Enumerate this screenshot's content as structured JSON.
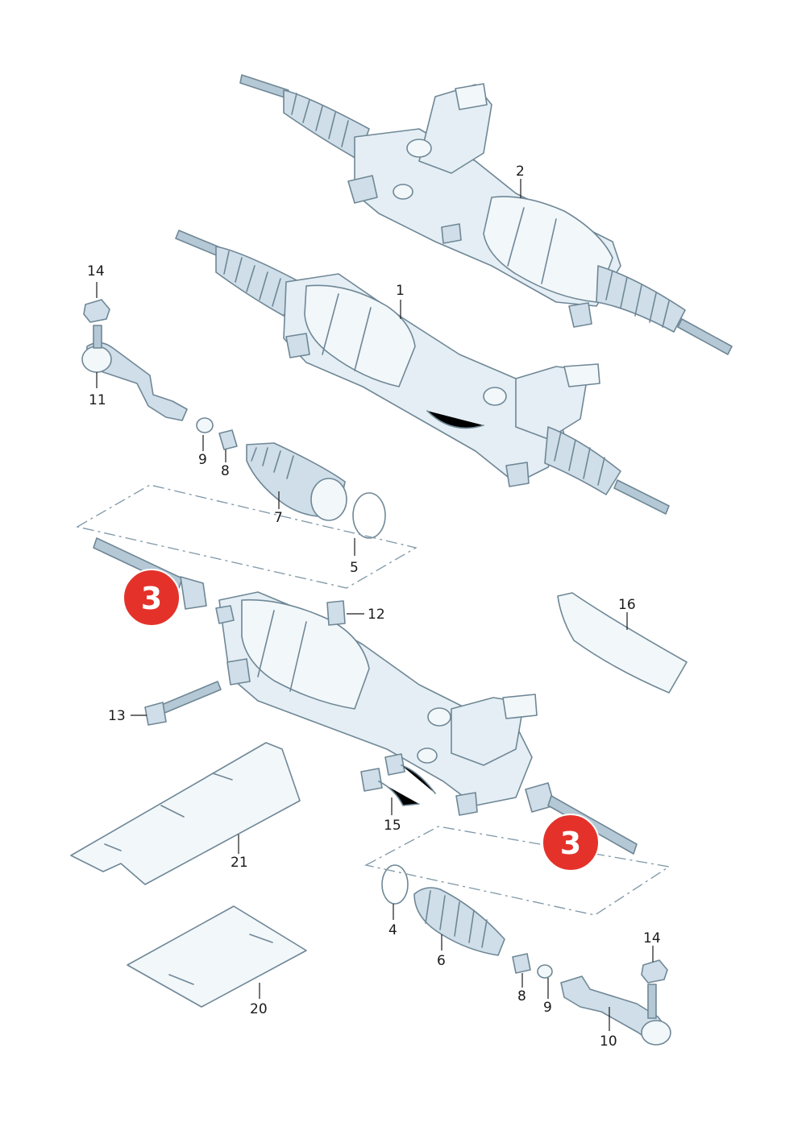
{
  "labels": {
    "l1": "1",
    "l2": "2",
    "l3a": "3",
    "l3b": "3",
    "l4": "4",
    "l5": "5",
    "l6": "6",
    "l7": "7",
    "l8a": "8",
    "l8b": "8",
    "l9a": "9",
    "l9b": "9",
    "l10": "10",
    "l11": "11",
    "l12": "12",
    "l13": "13",
    "l14a": "14",
    "l14b": "14",
    "l15": "15",
    "l16": "16",
    "l20": "20",
    "l21": "21"
  },
  "colors": {
    "part_fill": "#e4eef4",
    "part_edge": "#6f8796",
    "highlight_badge": "#e4322b"
  }
}
